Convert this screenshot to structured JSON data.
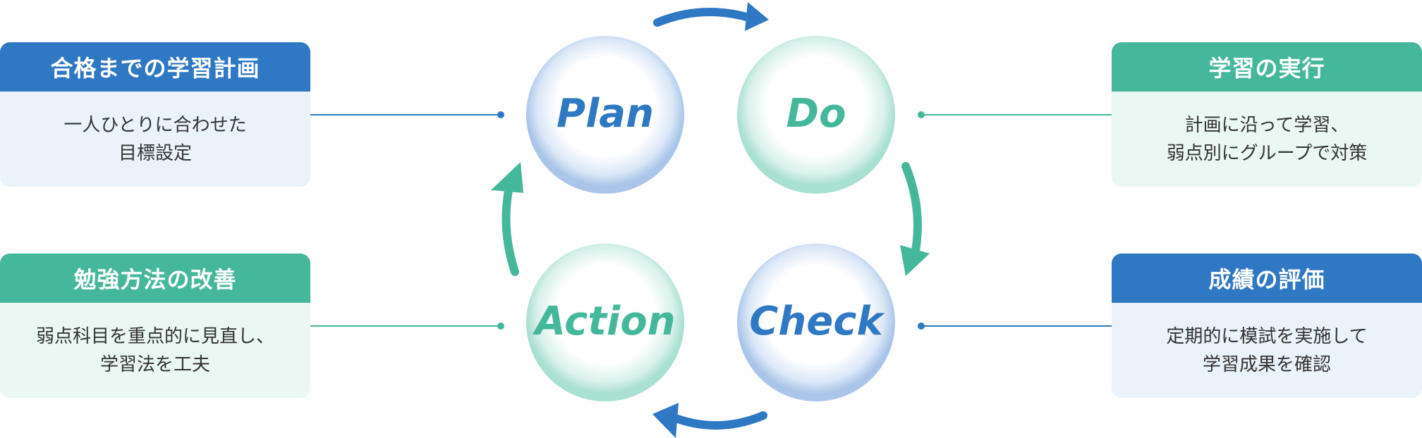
{
  "colors": {
    "blue": "#2f78c4",
    "green": "#45b89b"
  },
  "cycle": {
    "plan": "Plan",
    "do": "Do",
    "check": "Check",
    "action": "Action"
  },
  "cards": {
    "plan": {
      "title": "合格までの学習計画",
      "lines": [
        "一人ひとりに合わせた",
        "目標設定"
      ]
    },
    "do": {
      "title": "学習の実行",
      "lines": [
        "計画に沿って学習、",
        "弱点別にグループで対策"
      ]
    },
    "check": {
      "title": "成績の評価",
      "lines": [
        "定期的に模試を実施して",
        "学習成果を確認"
      ]
    },
    "action": {
      "title": "勉強方法の改善",
      "lines": [
        "弱点科目を重点的に見直し、",
        "学習法を工夫"
      ]
    }
  }
}
